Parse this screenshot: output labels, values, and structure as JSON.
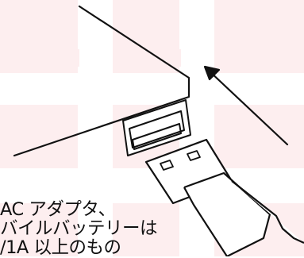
{
  "colors": {
    "background_tint": "#FDEEEF",
    "line": "#111111"
  },
  "caption": {
    "lines": [
      "AC アダプタ、",
      "バイルバッテリーは",
      "/1A 以上のもの"
    ]
  }
}
